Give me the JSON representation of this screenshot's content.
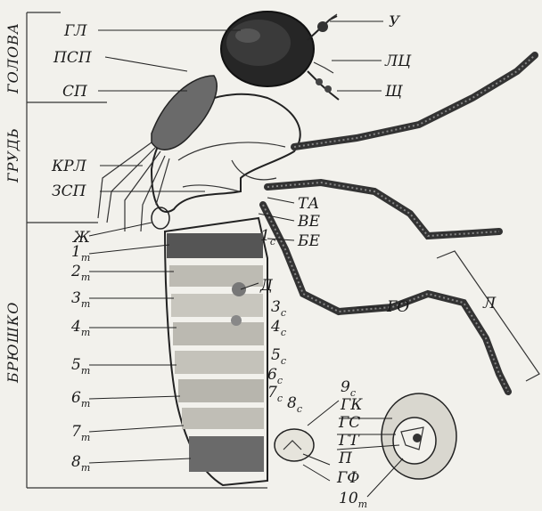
{
  "sections": {
    "head": "ГОЛОВА",
    "thorax": "ГРУДЬ",
    "abdomen": "БРЮШКО"
  },
  "labels": {
    "gl": "ГЛ",
    "psp": "ПСП",
    "sp": "СП",
    "krl": "КРЛ",
    "zsp": "ЗСП",
    "zh": "Ж",
    "u": "У",
    "lts": "ЛЦ",
    "shch": "Щ",
    "ta": "ТА",
    "ve": "ВЕ",
    "be": "БЕ",
    "go": "ГО",
    "l": "Л",
    "d": "Д",
    "gk": "ГК",
    "gs": "ГС",
    "gt": "ГТ",
    "p": "П",
    "gf": "ГФ"
  },
  "tergites": [
    {
      "num": "1",
      "sub": "т"
    },
    {
      "num": "2",
      "sub": "т"
    },
    {
      "num": "3",
      "sub": "т"
    },
    {
      "num": "4",
      "sub": "т"
    },
    {
      "num": "5",
      "sub": "т"
    },
    {
      "num": "6",
      "sub": "т"
    },
    {
      "num": "7",
      "sub": "т"
    },
    {
      "num": "8",
      "sub": "т"
    },
    {
      "num": "10",
      "sub": "т"
    }
  ],
  "sternites": [
    {
      "num": "1",
      "sub": "с"
    },
    {
      "num": "3",
      "sub": "с"
    },
    {
      "num": "4",
      "sub": "с"
    },
    {
      "num": "5",
      "sub": "с"
    },
    {
      "num": "6",
      "sub": "с"
    },
    {
      "num": "7",
      "sub": "с"
    },
    {
      "num": "8",
      "sub": "с"
    },
    {
      "num": "9",
      "sub": "с"
    }
  ]
}
